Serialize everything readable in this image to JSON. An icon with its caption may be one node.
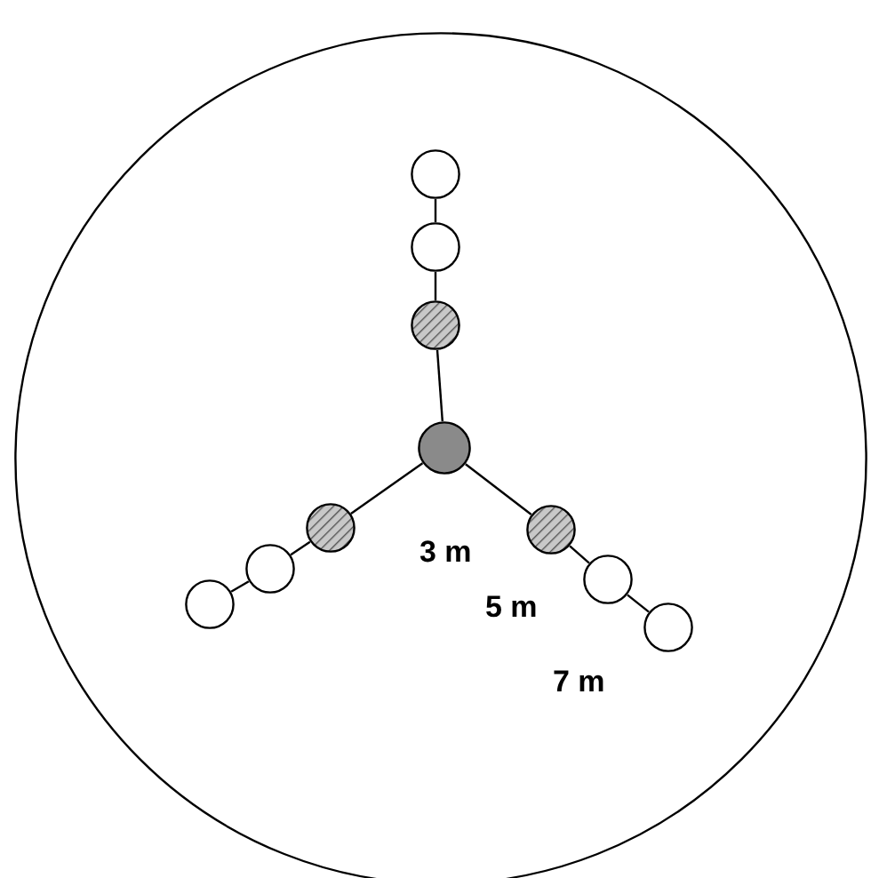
{
  "diagram": {
    "nodes": [
      {
        "text": [],
        "shape": "circle"
      },
      {
        "text": [],
        "shape": "circle",
        "in": 0
      },
      {
        "text": [],
        "shape": "circle",
        "in": 0
      },
      {
        "text": [],
        "shape": "circle",
        "in": 0
      },
      {
        "text": [],
        "shape": "circle",
        "in": 0
      },
      {
        "text": [],
        "shape": "circle",
        "in": 0
      },
      {
        "text": [],
        "shape": "circle",
        "in": 0
      },
      {
        "text": [],
        "shape": "circle",
        "in": 0
      },
      {
        "text": [],
        "shape": "circle",
        "in": 0
      },
      {
        "text": [],
        "shape": "circle",
        "in": 0
      },
      {
        "text": [],
        "shape": "circle",
        "in": 0
      }
    ],
    "edges": [
      {
        "from": 1,
        "to": 2,
        "arrow": "none"
      },
      {
        "from": 2,
        "to": 3,
        "arrow": "none"
      },
      {
        "from": 3,
        "to": 4,
        "arrow": "none"
      },
      {
        "from": 1,
        "to": 5,
        "arrow": "none"
      },
      {
        "from": 5,
        "to": 6,
        "arrow": "none"
      },
      {
        "from": 6,
        "to": 7,
        "arrow": "none"
      },
      {
        "from": 1,
        "to": 8,
        "arrow": "none"
      },
      {
        "from": 8,
        "to": 9,
        "arrow": "none"
      },
      {
        "from": 9,
        "to": 10,
        "arrow": "none"
      }
    ],
    "labels": [
      "3 m",
      "5 m",
      "7 m"
    ]
  }
}
